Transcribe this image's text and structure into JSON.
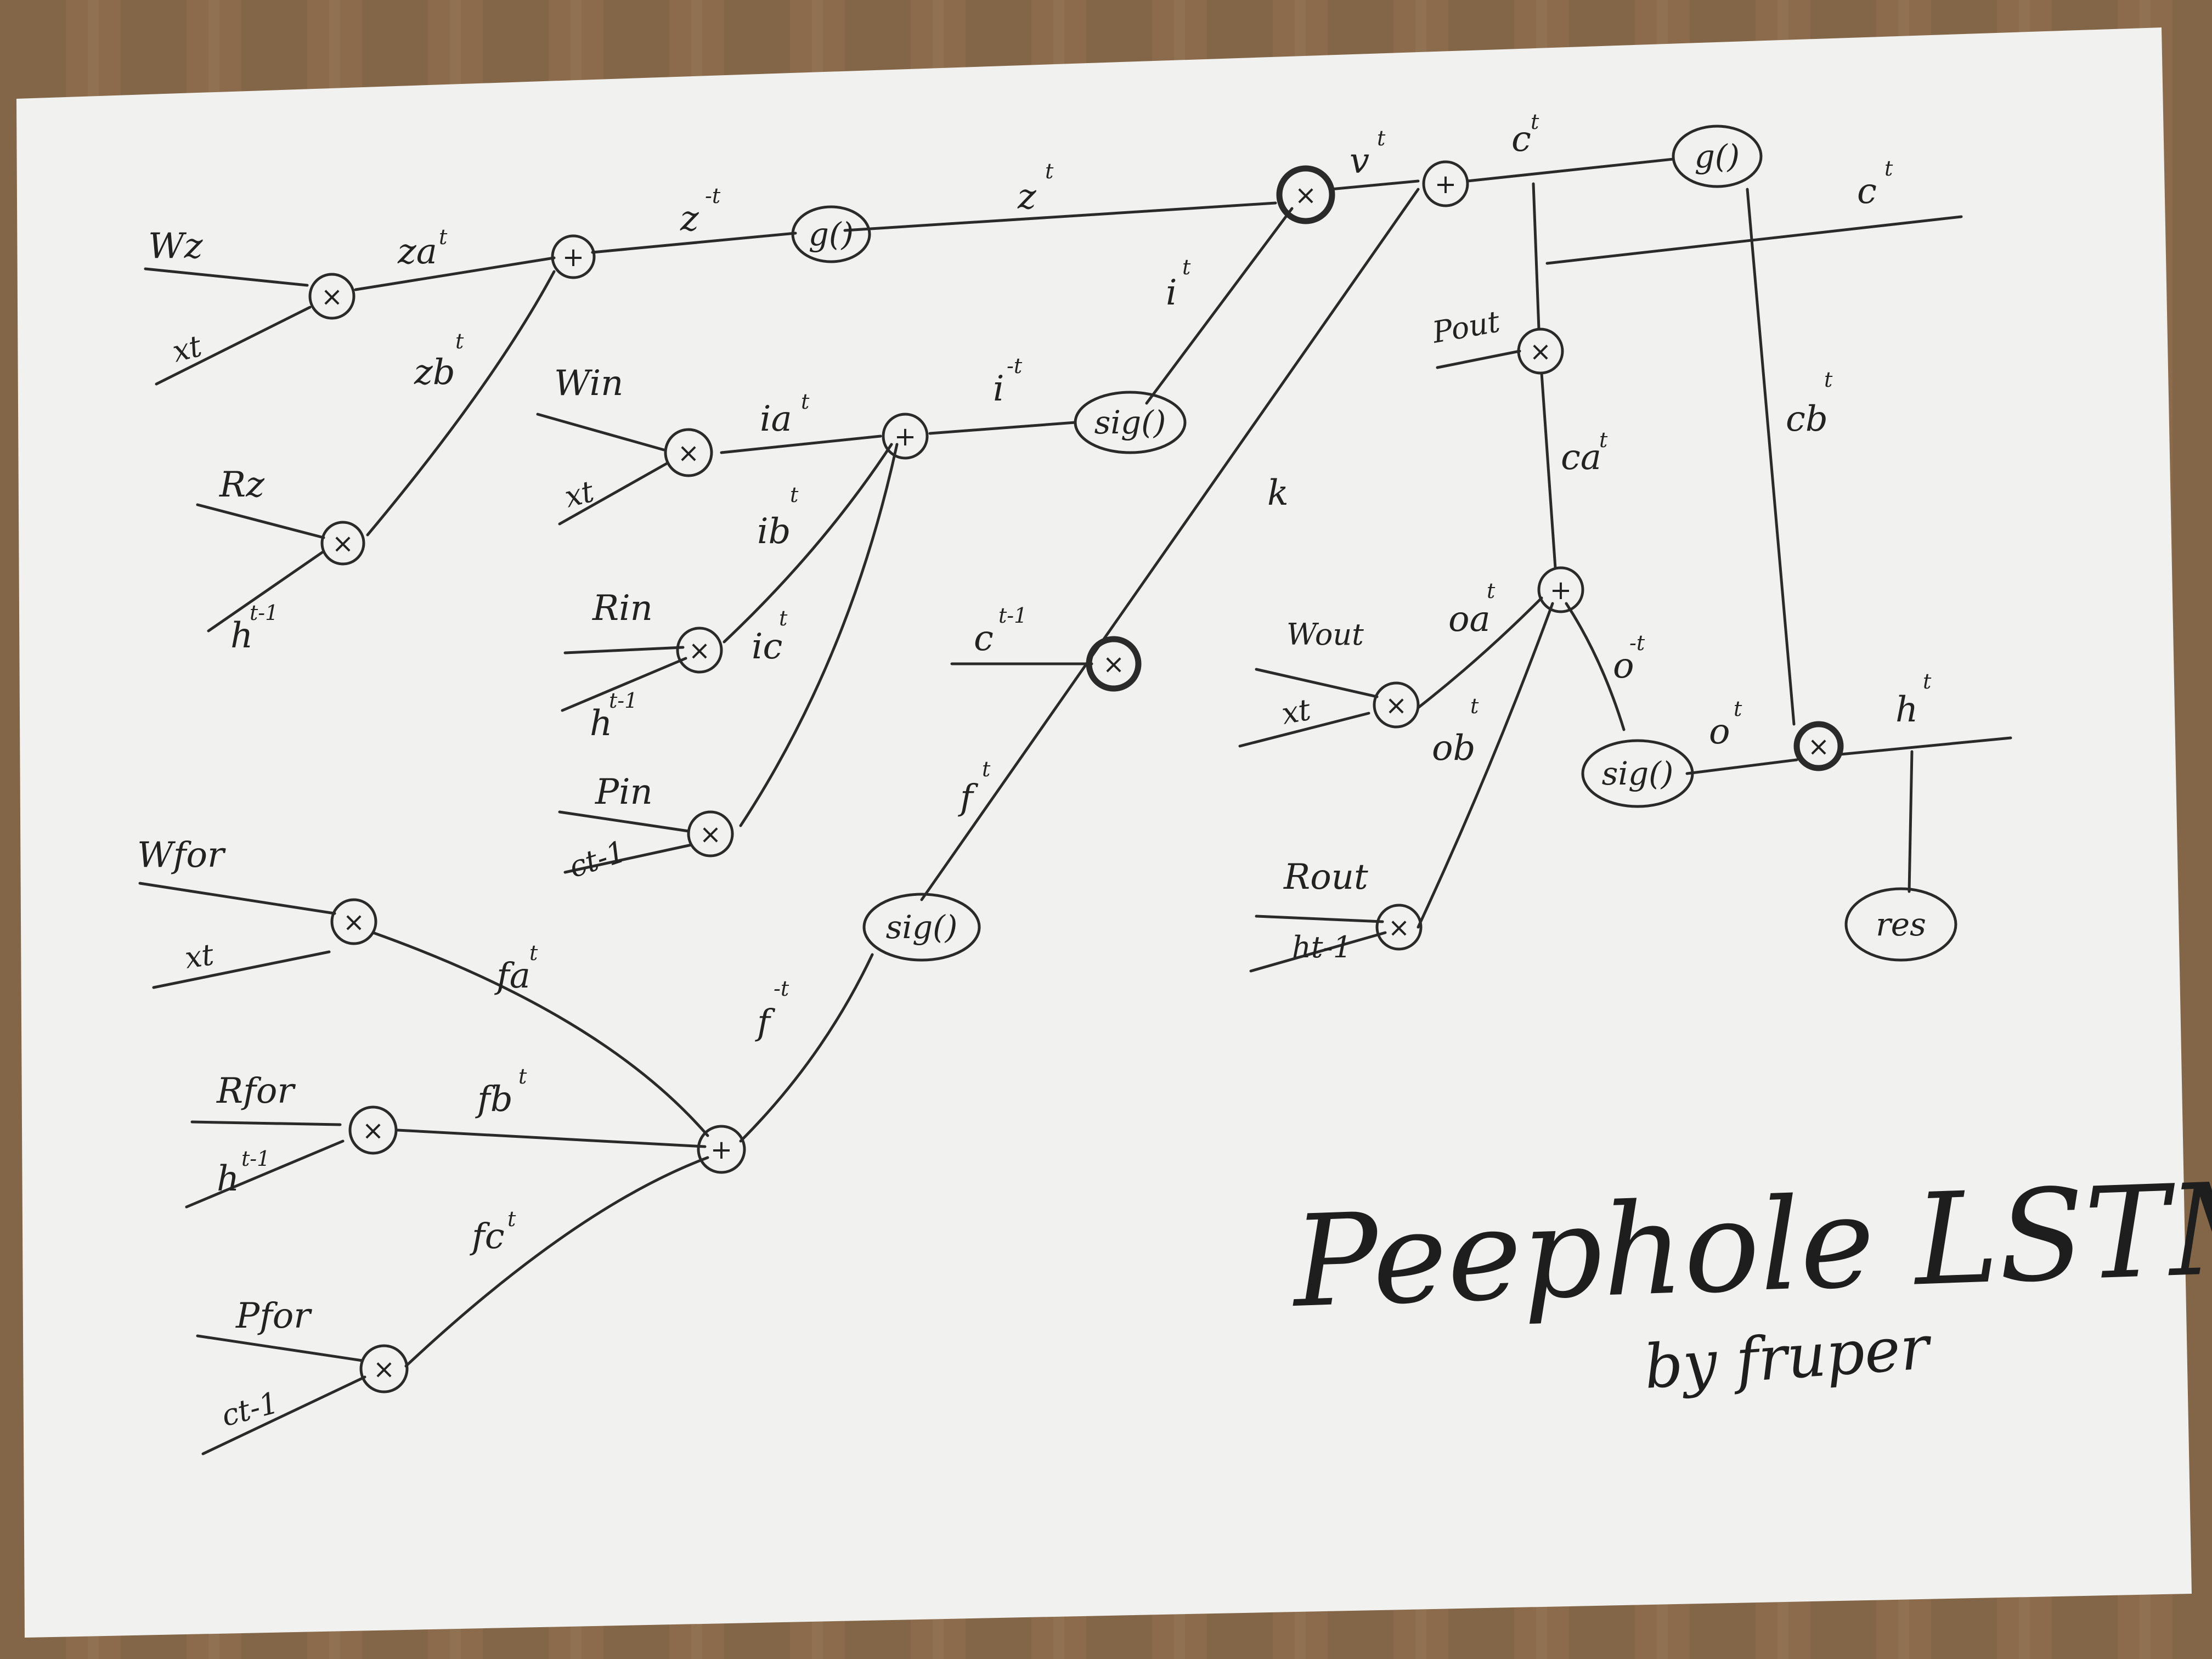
{
  "title": "Peephole LSTM",
  "byline": "by fruper",
  "operators": {
    "mul": "×",
    "add": "+"
  },
  "labels": {
    "Wz": "Wz",
    "xt_z": "xt",
    "Rz": "Rz",
    "ht1_z": "h",
    "ht1_z_sup": "t-1",
    "za": "za",
    "za_sup": "t",
    "zb": "zb",
    "zb_sup": "t",
    "zbar": "z",
    "zbar_sup": "-t",
    "z": "z",
    "z_sup": "t",
    "Win": "Win",
    "xt_in": "xt",
    "Rin": "Rin",
    "ht1_in": "h",
    "ht1_in_sup": "t-1",
    "Pin": "Pin",
    "ct1_in": "ct-1",
    "ia": "ia",
    "ia_sup": "t",
    "ib": "ib",
    "ib_sup": "t",
    "ic": "ic",
    "ic_sup": "t",
    "ibar": "i",
    "ibar_sup": "-t",
    "i": "i",
    "i_sup": "t",
    "Wfor": "Wfor",
    "xt_for": "xt",
    "Rfor": "Rfor",
    "ht1_for": "h",
    "ht1_for_sup": "t-1",
    "Pfor": "Pfor",
    "ct1_for": "ct-1",
    "fa": "fa",
    "fa_sup": "t",
    "fb": "fb",
    "fb_sup": "t",
    "fc": "fc",
    "fc_sup": "t",
    "fbar": "f",
    "fbar_sup": "-t",
    "f": "f",
    "f_sup": "t",
    "ct1_k": "c",
    "ct1_k_sup": "t-1",
    "k": "k",
    "v": "v",
    "v_sup": "t",
    "c1": "c",
    "c1_sup": "t",
    "c2": "c",
    "c2_sup": "t",
    "Pout": "Pout",
    "ca": "ca",
    "ca_sup": "t",
    "cb": "cb",
    "cb_sup": "t",
    "Wout": "Wout",
    "xt_out": "xt",
    "Rout": "Rout",
    "ht1_out": "ht-1",
    "oa": "oa",
    "oa_sup": "t",
    "ob": "ob",
    "ob_sup": "t",
    "obar": "o",
    "obar_sup": "-t",
    "o": "o",
    "o_sup": "t",
    "h": "h",
    "h_sup": "t"
  },
  "functions": {
    "g1": "g()",
    "g2": "g()",
    "sig_i": "sig()",
    "sig_f": "sig()",
    "sig_o": "sig()",
    "res": "res"
  },
  "colors": {
    "paper": "#f1f1ef",
    "ink": "#2a2a2a",
    "table": "#8a6a4a"
  }
}
